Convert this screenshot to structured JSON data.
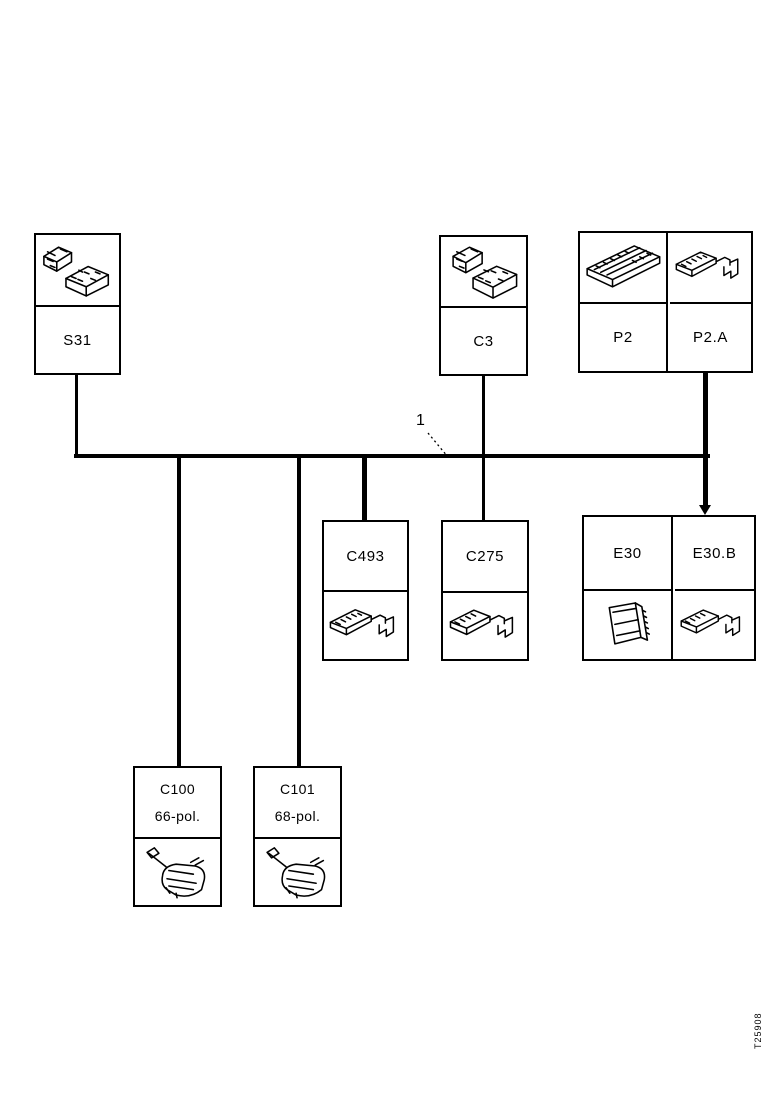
{
  "diagram": {
    "drawing_number": "T25908",
    "annotation": {
      "label": "1"
    },
    "nodes": {
      "s31": {
        "label": "S31"
      },
      "c3": {
        "label": "C3"
      },
      "p2": {
        "label": "P2"
      },
      "p2a": {
        "label": "P2.A"
      },
      "c493": {
        "label": "C493"
      },
      "c275": {
        "label": "C275"
      },
      "e30": {
        "label": "E30"
      },
      "e30b": {
        "label": "E30.B"
      },
      "c100": {
        "label": "C100",
        "pins": "66-pol."
      },
      "c101": {
        "label": "C101",
        "pins": "68-pol."
      }
    }
  },
  "colors": {
    "ink": "#000000",
    "paper": "#ffffff"
  }
}
